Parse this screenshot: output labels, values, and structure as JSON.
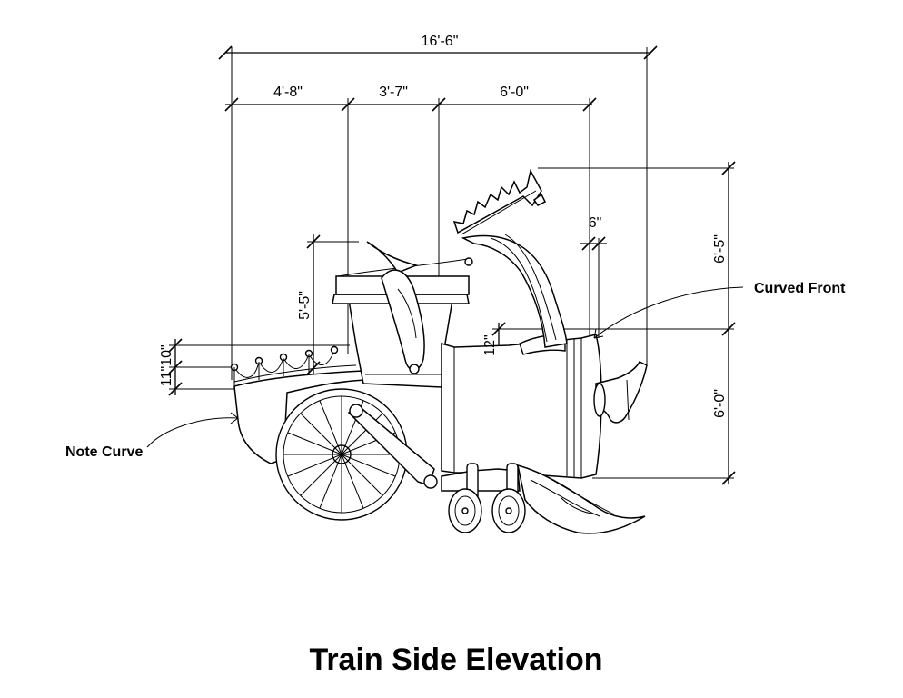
{
  "title": "Train Side Elevation",
  "dimensions": {
    "overall_length": "16'-6\"",
    "segment_1": "4'-8\"",
    "segment_2": "3'-7\"",
    "segment_3": "6'-0\"",
    "front_offset": "6\"",
    "front_upper_height": "6'-5\"",
    "front_lower_height": "6'-0\"",
    "cab_height": "5'-5\"",
    "front_step": "12\"",
    "rear_upper": "11\"",
    "rear_lower": "10\""
  },
  "notes": {
    "curved_front": "Curved Front",
    "note_curve": "Note Curve"
  }
}
